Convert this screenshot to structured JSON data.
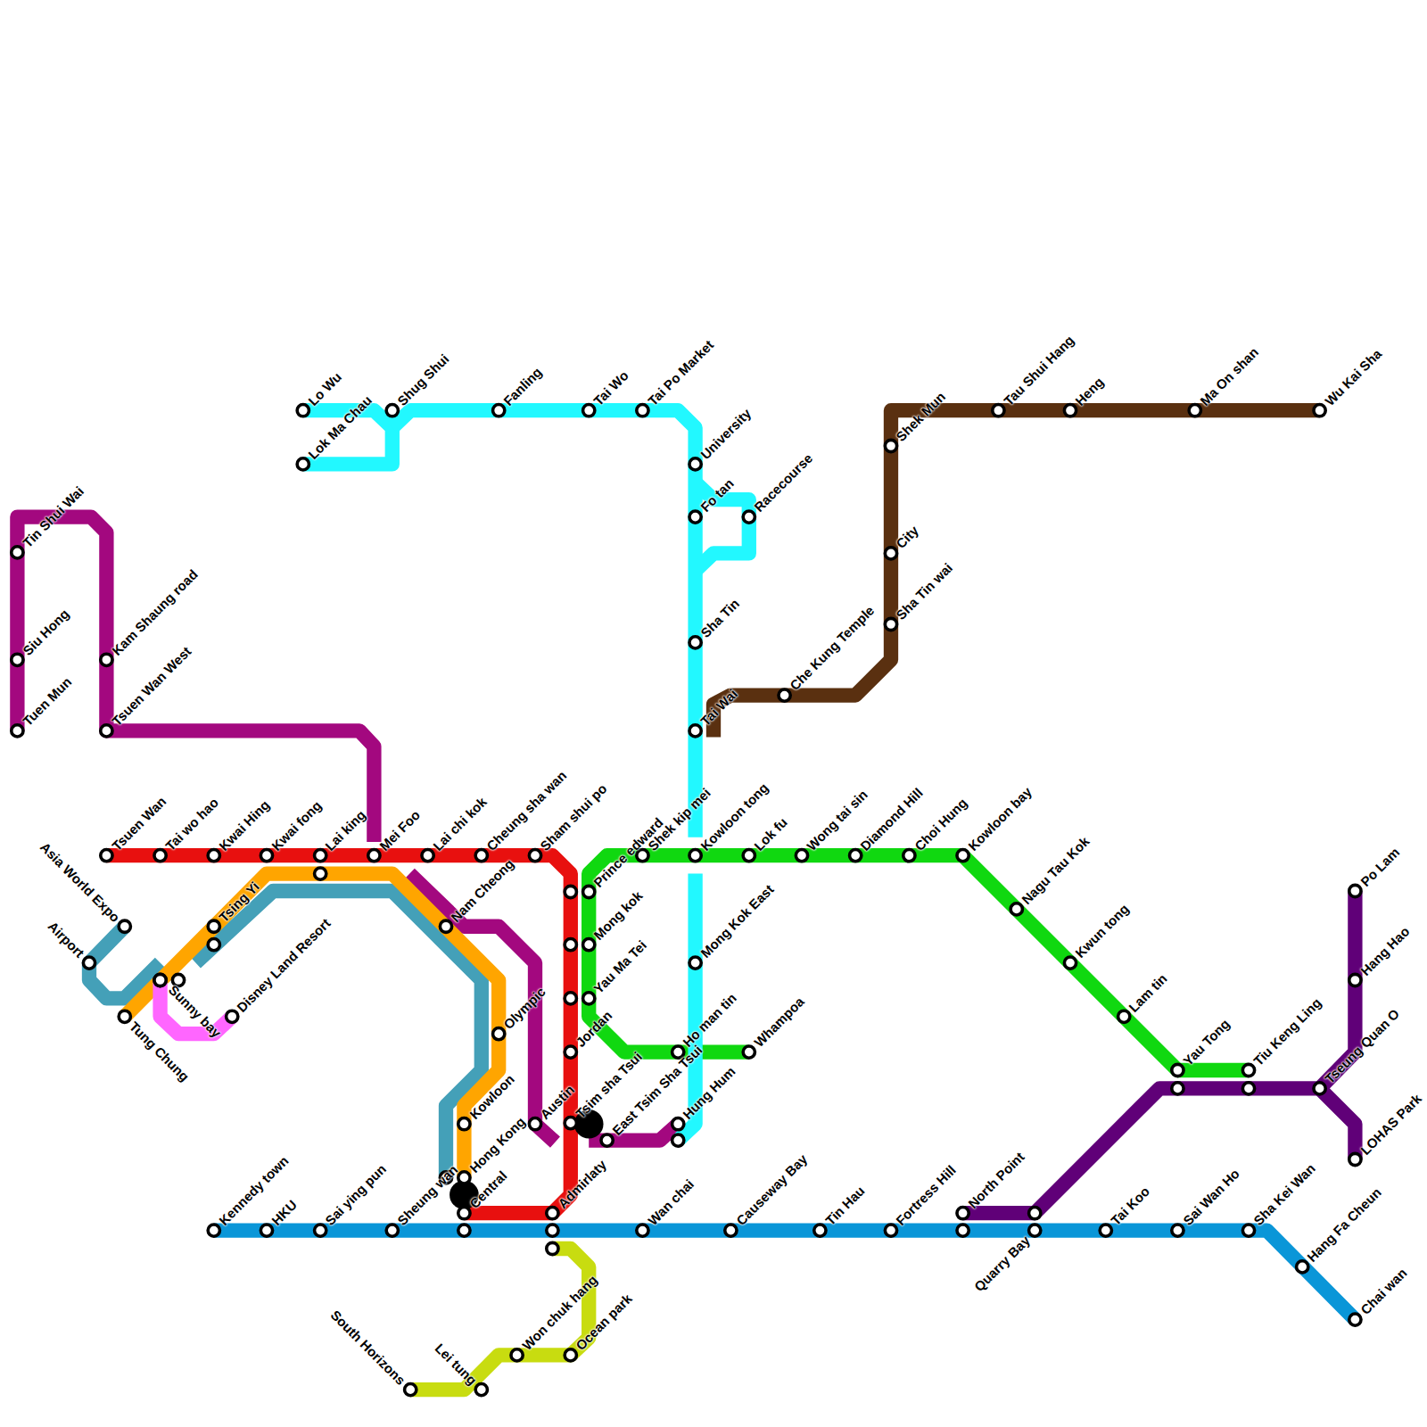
{
  "diagram": {
    "labels": [
      "Tin Shui Wai",
      "Siu Hong",
      "Tuen Mun",
      "Kam Shaung road",
      "Tsuen Wan West",
      "Tsuen Wan",
      "Tai wo hao",
      "Kwai Hing",
      "Kwai fong",
      "Lai king",
      "Mei Foo",
      "Lai chi kok",
      "Cheung sha wan",
      "Sham shui po",
      "Prince edward",
      "Shek kip mei",
      "Kowloon tong",
      "Lok fu",
      "Wong tai sin",
      "Diamond Hill",
      "Choi Hung",
      "Kowloon bay",
      "Nagu Tau Kok",
      "Kwun tong",
      "Lam tin",
      "Yau Tong",
      "Tiu Keng Ling",
      "Po Lam",
      "Hang Hao",
      "Tseung Quan O",
      "LOHAS Park",
      "Asia World Expo",
      "Airport",
      "Tsing Yi",
      "Sunny bay",
      "Tung Chung",
      "Disney Land Resort",
      "Nam Cheong",
      "Olympic",
      "Kowloon",
      "Austin",
      "Hong Kong",
      "Central",
      "Sheung wan",
      "Admirlaty",
      "Tsim sha Tsui",
      "East Tsim Sha Tsui",
      "Jordan",
      "Yau Ma Tei",
      "Mong kok",
      "Mong Kok East",
      "Ho man tin",
      "Whampoa",
      "Hung Hum",
      "Lo Wu",
      "Lok Ma Chau",
      "Shug Shui",
      "Fanling",
      "Tai Wo",
      "Tai Po Market",
      "University",
      "Fo tan",
      "Racecourse",
      "Sha Tin",
      "Tai Wai",
      "Che Kung Temple",
      "Sha Tin wai",
      "City",
      "Shek Mun",
      "Tau Shui Hang",
      "Heng",
      "Ma On shan",
      "Wu Kai Sha",
      "Kennedy town",
      "HKU",
      "Sai ying pun",
      "Wan chai",
      "Causeway Bay",
      "Tin Hau",
      "Fortress Hill",
      "North Point",
      "Quarry Bay",
      "Tai Koo",
      "Sai Wan Ho",
      "Sha Kei Wan",
      "Hang Fa Cheun",
      "Chai wan",
      "South Horizons",
      "Lei tung",
      "Won chuk hang",
      "Ocean park"
    ]
  }
}
